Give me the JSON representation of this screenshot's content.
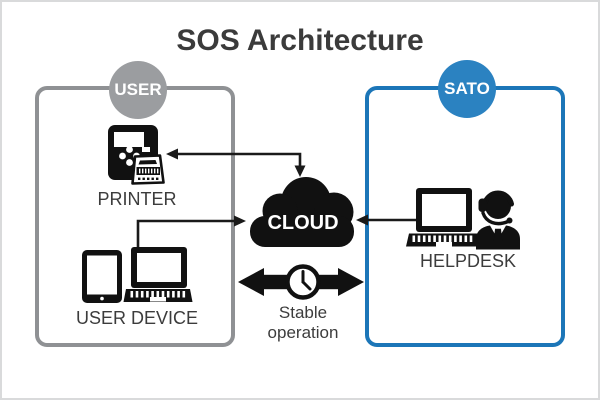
{
  "title": "SOS Architecture",
  "zones": {
    "user": {
      "badge": "USER",
      "nodes": [
        {
          "label": "PRINTER",
          "icon": "printer-icon"
        },
        {
          "label": "USER DEVICE",
          "icons": [
            "tablet-icon",
            "laptop-icon"
          ]
        }
      ]
    },
    "sato": {
      "badge": "SATO",
      "nodes": [
        {
          "label": "HELPDESK",
          "icons": [
            "laptop-icon",
            "headset-operator-icon"
          ]
        }
      ]
    }
  },
  "cloud": {
    "label": "CLOUD",
    "icon": "cloud-icon"
  },
  "stable_operation": {
    "line1": "Stable",
    "line2": "operation",
    "icon": "clock-icon"
  },
  "connections": [
    {
      "from": "CLOUD",
      "to": "PRINTER",
      "bidirectional": true,
      "style": "thin"
    },
    {
      "from": "USER DEVICE",
      "to": "CLOUD",
      "bidirectional": false,
      "style": "thin"
    },
    {
      "from": "HELPDESK",
      "to": "CLOUD",
      "bidirectional": false,
      "style": "thin"
    },
    {
      "from": "USER",
      "to": "SATO",
      "bidirectional": true,
      "style": "thick",
      "label": "Stable operation"
    }
  ],
  "colors": {
    "sato_blue_border": "#1c76b8",
    "sato_blue_badge": "#2b82c1",
    "user_gray_border": "#8f9194",
    "user_gray_badge": "#9b9da0",
    "icon_black": "#111111",
    "text_dark": "#3c3c3c",
    "frame_border": "#d9dadb",
    "background": "#ffffff"
  }
}
